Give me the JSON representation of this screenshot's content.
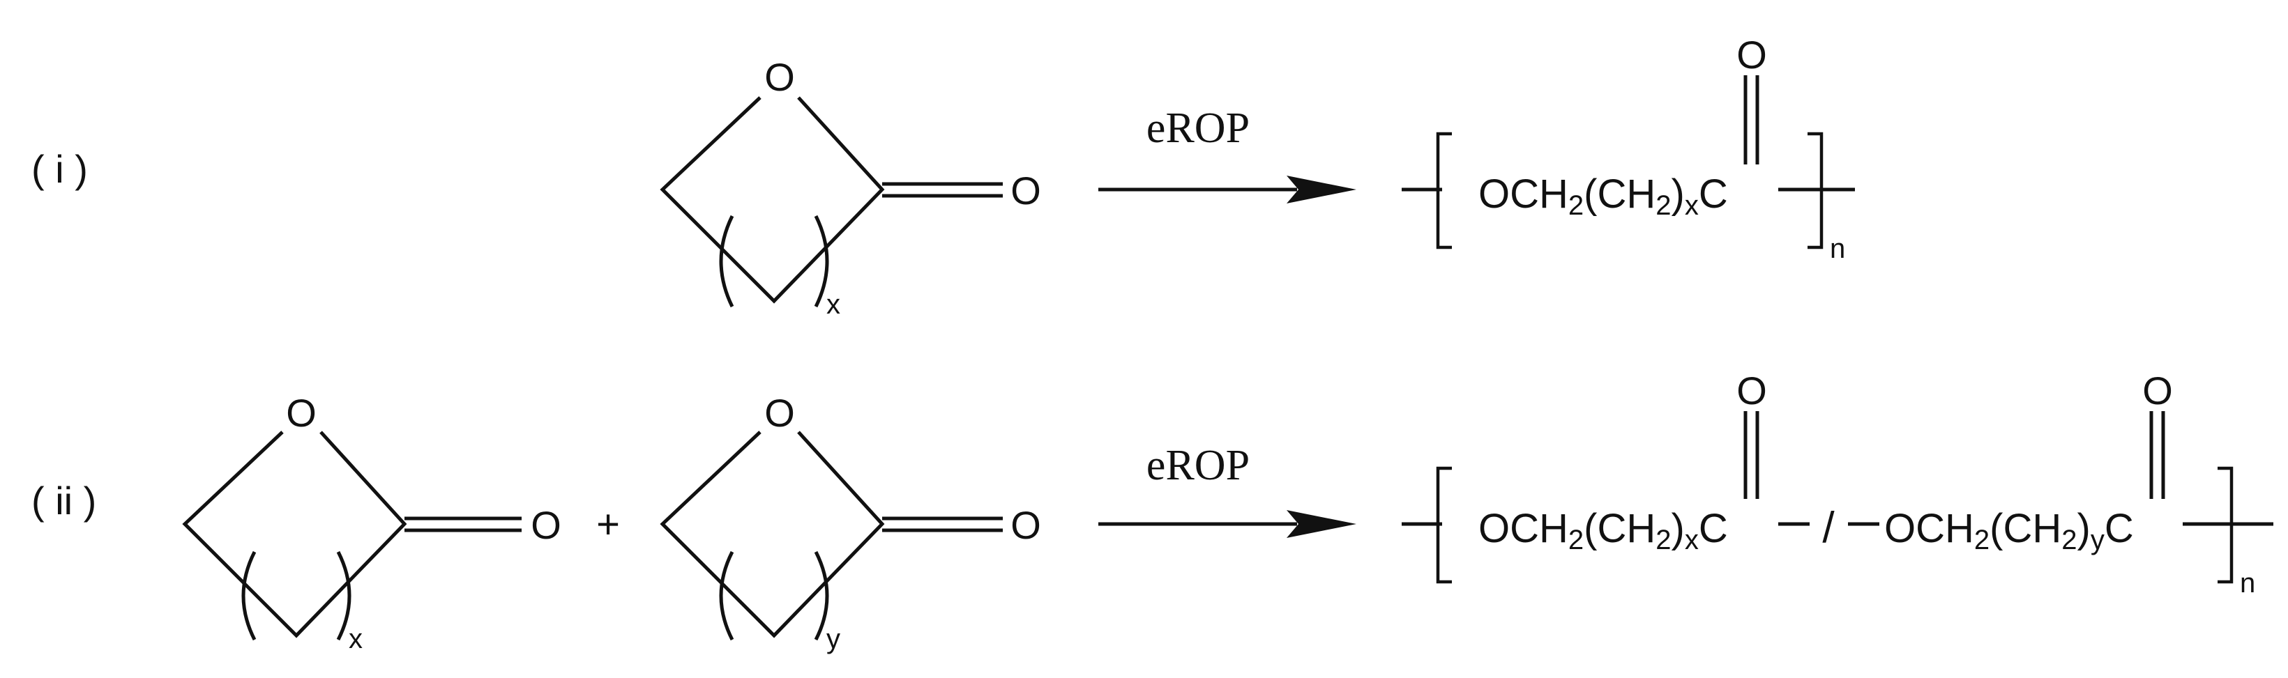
{
  "rows": [
    {
      "label": "( i )",
      "monomers": [
        {
          "ring_O": "O",
          "carbonyl_O": "O",
          "subscript": "x"
        }
      ],
      "plus": "",
      "arrow_label": "eROP",
      "product": {
        "segments": [
          {
            "carbonyl_O": "O",
            "pre": "OCH",
            "h_sub": "2",
            "mid": "(CH",
            "h_sub2": "2",
            "close": ")",
            "sub": "x",
            "C": "C"
          }
        ],
        "separator": "",
        "n": "n"
      }
    },
    {
      "label": "( ii )",
      "monomers": [
        {
          "ring_O": "O",
          "carbonyl_O": "O",
          "subscript": "x"
        },
        {
          "ring_O": "O",
          "carbonyl_O": "O",
          "subscript": "y"
        }
      ],
      "plus": "+",
      "arrow_label": "eROP",
      "product": {
        "segments": [
          {
            "carbonyl_O": "O",
            "pre": "OCH",
            "h_sub": "2",
            "mid": "(CH",
            "h_sub2": "2",
            "close": ")",
            "sub": "x",
            "C": "C"
          },
          {
            "carbonyl_O": "O",
            "pre": "OCH",
            "h_sub": "2",
            "mid": "(CH",
            "h_sub2": "2",
            "close": ")",
            "sub": "y",
            "C": "C"
          }
        ],
        "separator": "/",
        "n": "n"
      }
    }
  ]
}
